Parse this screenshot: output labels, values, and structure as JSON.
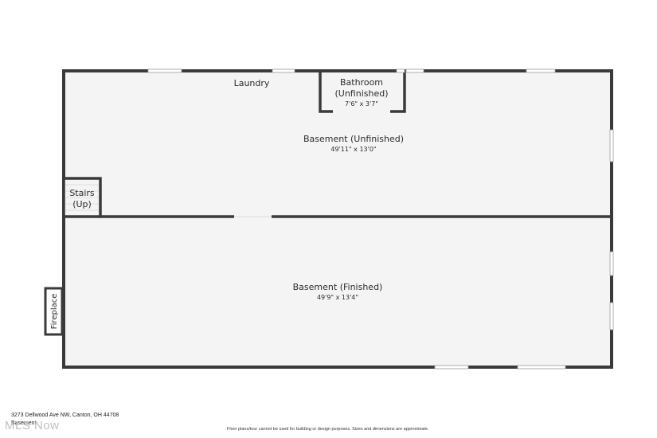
{
  "rooms": {
    "laundry": {
      "name": "Laundry"
    },
    "bathroom": {
      "name_line1": "Bathroom",
      "name_line2": "(Unfinished)",
      "dims": "7'6\" x 3'7\""
    },
    "basement_unfinished": {
      "name": "Basement (Unfinished)",
      "dims": "49'11\" x 13'0\""
    },
    "stairs": {
      "name_line1": "Stairs",
      "name_line2": "(Up)"
    },
    "basement_finished": {
      "name": "Basement (Finished)",
      "dims": "49'9\" x 13'4\""
    },
    "fireplace": {
      "name": "Fireplace"
    }
  },
  "footer": {
    "address": "3273 Dellwood Ave NW, Canton, OH 44708",
    "level": "Basement",
    "disclaimer": "Floor plans/tour cannot be used for building or design purposes. Sizes and dimensions are approximate.",
    "watermark": "MLS Now"
  },
  "colors": {
    "wall": "#3a3a3a",
    "floor": "#f4f4f4",
    "window": "#ffffff"
  }
}
